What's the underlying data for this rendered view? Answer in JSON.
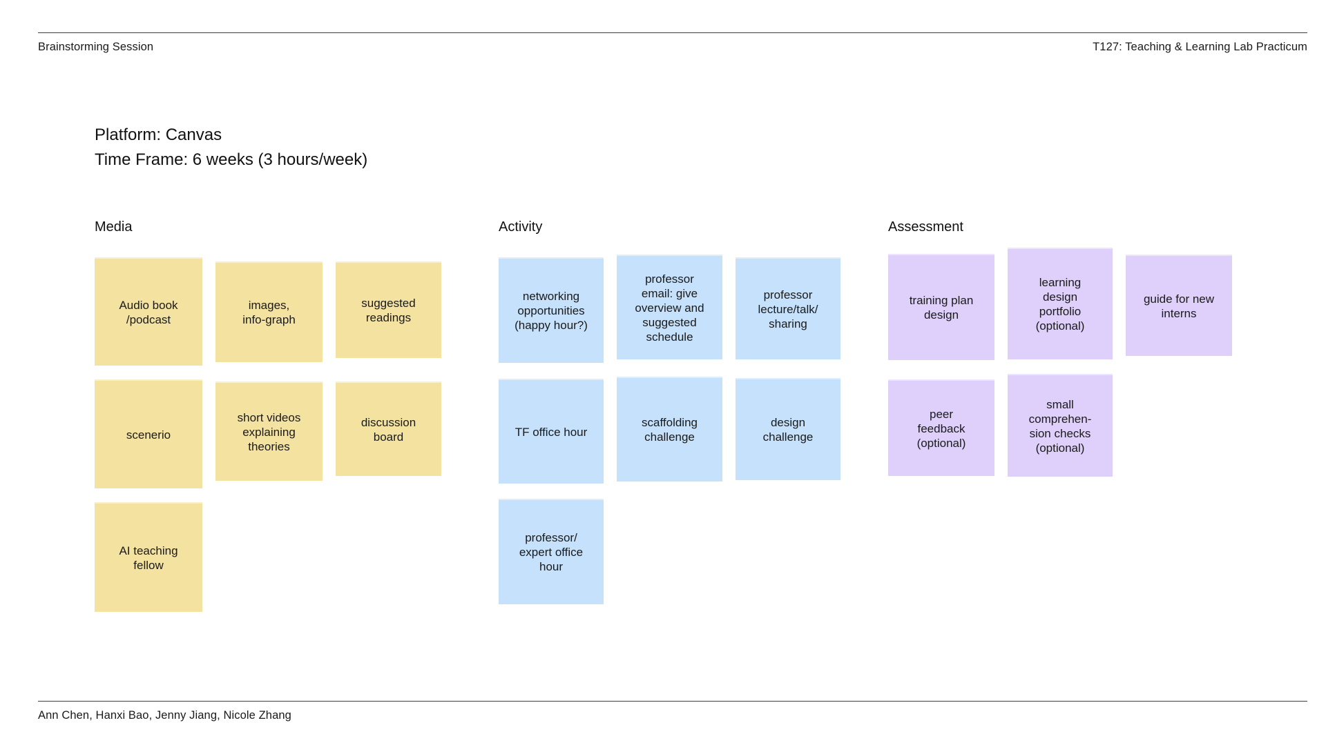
{
  "header": {
    "left_label": "Brainstorming Session",
    "right_label": "T127: Teaching & Learning Lab Practicum"
  },
  "meta": {
    "platform_line": "Platform: Canvas",
    "timeframe_line": "Time Frame: 6 weeks (3 hours/week)"
  },
  "colors": {
    "media_note": "#f4e2a0",
    "activity_note": "#c5e1fb",
    "assessment_note": "#ded0fb",
    "rule": "#3c3c3c",
    "text": "#1a1a1a",
    "background": "#ffffff"
  },
  "columns": [
    {
      "id": "media",
      "title": "Media",
      "notes": [
        "Audio book\n/podcast",
        "images,\ninfo-graph",
        "suggested\nreadings",
        "scenerio",
        "short videos\nexplaining\ntheories",
        "discussion\nboard",
        "AI teaching\nfellow"
      ]
    },
    {
      "id": "activity",
      "title": "Activity",
      "notes": [
        "networking\nopportunities\n(happy hour?)",
        "professor\nemail: give\noverview and\nsuggested\nschedule",
        "professor\nlecture/talk/\nsharing",
        "TF office hour",
        "scaffolding\nchallenge",
        "design\nchallenge",
        "professor/\nexpert office\nhour"
      ]
    },
    {
      "id": "assessment",
      "title": "Assessment",
      "notes": [
        "training plan\ndesign",
        "learning\ndesign\nportfolio\n(optional)",
        "guide for new\ninterns",
        "peer\nfeedback\n(optional)",
        "small\ncomprehen-\nsion checks\n(optional)"
      ]
    }
  ],
  "footer": {
    "authors": "Ann Chen, Hanxi Bao, Jenny Jiang, Nicole Zhang"
  }
}
